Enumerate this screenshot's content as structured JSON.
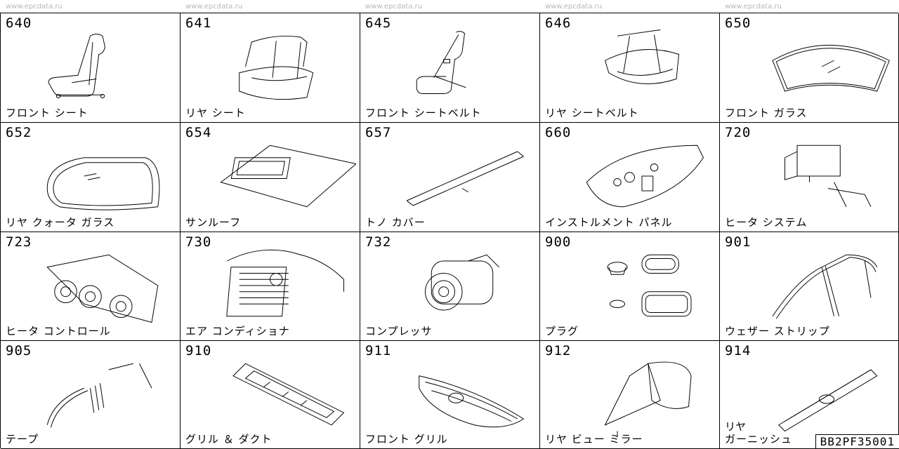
{
  "watermark": "www.epcdata.ru",
  "footer_code": "BB2PF35001",
  "cells": [
    {
      "code": "640",
      "name": "フロント シート",
      "icon": "front-seat-icon"
    },
    {
      "code": "641",
      "name": "リヤ シート",
      "icon": "rear-seat-icon"
    },
    {
      "code": "645",
      "name": "フロント シートベルト",
      "icon": "front-seatbelt-icon"
    },
    {
      "code": "646",
      "name": "リヤ シートベルト",
      "icon": "rear-seatbelt-icon"
    },
    {
      "code": "650",
      "name": "フロント ガラス",
      "icon": "windshield-icon"
    },
    {
      "code": "652",
      "name": "リヤ クォータ ガラス",
      "icon": "rear-quarter-glass-icon"
    },
    {
      "code": "654",
      "name": "サンルーフ",
      "icon": "sunroof-icon"
    },
    {
      "code": "657",
      "name": "トノ カバー",
      "icon": "tonneau-cover-icon"
    },
    {
      "code": "660",
      "name": "インストルメント パネル",
      "icon": "instrument-panel-icon"
    },
    {
      "code": "720",
      "name": "ヒータ システム",
      "icon": "heater-system-icon"
    },
    {
      "code": "723",
      "name": "ヒータ コントロール",
      "icon": "heater-control-icon"
    },
    {
      "code": "730",
      "name": "エア コンディショナ",
      "icon": "air-conditioner-icon"
    },
    {
      "code": "732",
      "name": "コンプレッサ",
      "icon": "compressor-icon"
    },
    {
      "code": "900",
      "name": "プラグ",
      "icon": "plug-icon"
    },
    {
      "code": "901",
      "name": "ウェザー ストリップ",
      "icon": "weather-strip-icon"
    },
    {
      "code": "905",
      "name": "テープ",
      "icon": "tape-icon"
    },
    {
      "code": "910",
      "name": "グリル ＆ ダクト",
      "icon": "grille-duct-icon"
    },
    {
      "code": "911",
      "name": "フロント グリル",
      "icon": "front-grille-icon"
    },
    {
      "code": "912",
      "name": "リヤ ビュー ミラー",
      "icon": "rear-view-mirror-icon"
    },
    {
      "code": "914",
      "name": "リヤ",
      "name2": "ガーニッシュ",
      "icon": "rear-garnish-icon"
    }
  ]
}
